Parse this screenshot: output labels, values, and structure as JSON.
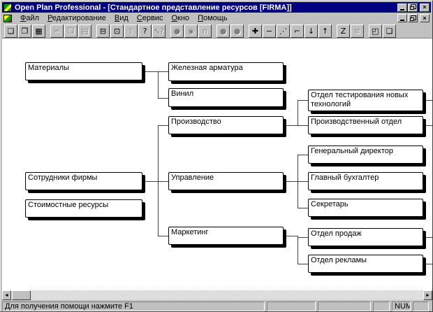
{
  "window": {
    "title": "Open Plan Professional - [Стандартное представление ресурсов [FIRMA]]",
    "close_glyph": "×"
  },
  "menu": {
    "items": [
      "Файл",
      "Редактирование",
      "Вид",
      "Сервис",
      "Окно",
      "Помощь"
    ]
  },
  "toolbar": {
    "buttons": [
      {
        "name": "new",
        "glyph": "❏",
        "enabled": true
      },
      {
        "name": "open",
        "glyph": "❒",
        "enabled": true
      },
      {
        "name": "save",
        "glyph": "▦",
        "enabled": true
      },
      {
        "name": "cut",
        "glyph": "✂",
        "enabled": false
      },
      {
        "name": "copy",
        "glyph": "❐",
        "enabled": false
      },
      {
        "name": "paste",
        "glyph": "▤",
        "enabled": false
      },
      {
        "name": "print",
        "glyph": "⊟",
        "enabled": true
      },
      {
        "name": "print-preview",
        "glyph": "⊡",
        "enabled": true
      },
      {
        "name": "import",
        "glyph": "⇧",
        "enabled": false
      },
      {
        "name": "help",
        "glyph": "?",
        "enabled": true
      },
      {
        "name": "context-help",
        "glyph": "↖?",
        "enabled": false
      },
      {
        "name": "node-circle",
        "glyph": "●",
        "enabled": false
      },
      {
        "name": "node-query",
        "glyph": "◉",
        "enabled": false
      },
      {
        "name": "node-arch",
        "glyph": "∩",
        "enabled": false
      },
      {
        "name": "node-fill-1",
        "glyph": "●",
        "enabled": false
      },
      {
        "name": "node-fill-2",
        "glyph": "●",
        "enabled": false
      },
      {
        "name": "add",
        "glyph": "✚",
        "enabled": true
      },
      {
        "name": "remove",
        "glyph": "−",
        "enabled": true
      },
      {
        "name": "link",
        "glyph": "⋰",
        "enabled": true
      },
      {
        "name": "step",
        "glyph": "⌐",
        "enabled": true
      },
      {
        "name": "move-down",
        "glyph": "↓",
        "enabled": true
      },
      {
        "name": "move-up",
        "glyph": "↑",
        "enabled": true
      },
      {
        "name": "zigzag",
        "glyph": "Z",
        "enabled": true
      },
      {
        "name": "script",
        "glyph": "≋",
        "enabled": false
      },
      {
        "name": "tile-windows",
        "glyph": "◰",
        "enabled": true
      },
      {
        "name": "cascade-windows",
        "glyph": "❏",
        "enabled": true
      }
    ]
  },
  "tree": {
    "nodes": [
      {
        "label": "Материалы"
      },
      {
        "label": "Железная арматура"
      },
      {
        "label": "Винил"
      },
      {
        "label": "Производство"
      },
      {
        "label": "Управление"
      },
      {
        "label": "Маркетинг"
      },
      {
        "label": "Сотрудники фирмы"
      },
      {
        "label": "Стоимостные ресурсы"
      },
      {
        "label": "Отдел тестирования новых технологий"
      },
      {
        "label": "Производственный отдел"
      },
      {
        "label": "Генеральный директор"
      },
      {
        "label": "Главный бухгалтер"
      },
      {
        "label": "Секретарь"
      },
      {
        "label": "Отдел продаж"
      },
      {
        "label": "Отдел рекламы"
      }
    ]
  },
  "scrollbar": {
    "left_glyph": "◄",
    "right_glyph": "►"
  },
  "statusbar": {
    "message": "Для получения помощи нажмите F1",
    "num": "NUM"
  }
}
